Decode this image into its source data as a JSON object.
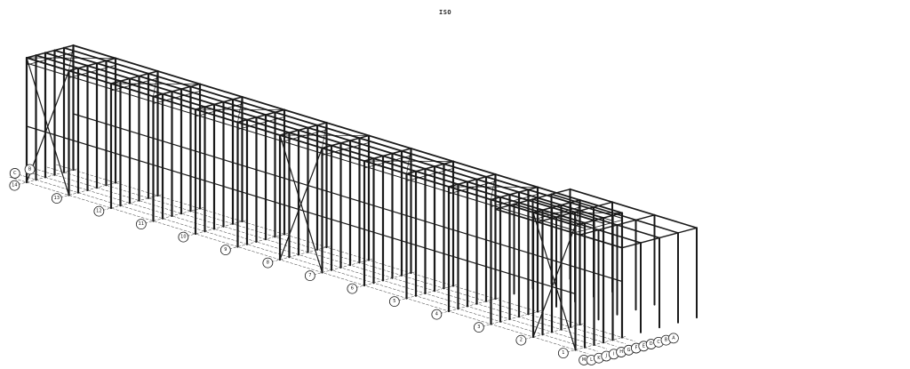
{
  "view": {
    "label": "ISO"
  },
  "grid": {
    "numbers": [
      "14",
      "13",
      "12",
      "11",
      "10",
      "9",
      "8",
      "7",
      "6",
      "5",
      "4",
      "3",
      "2",
      "1"
    ],
    "letters_front": [
      "M",
      "L",
      "K",
      "J",
      "I",
      "H",
      "G",
      "F",
      "E",
      "D",
      "C",
      "B",
      "A"
    ],
    "letters_left": [
      "C",
      "B"
    ]
  },
  "colors": {
    "steel": "#1a1a1a",
    "gridline": "#333333",
    "background": "#ffffff"
  }
}
